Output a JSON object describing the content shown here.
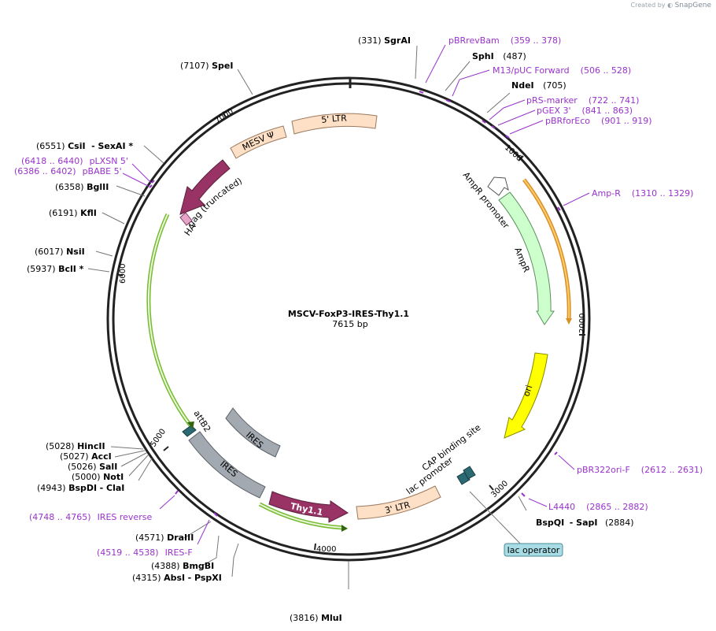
{
  "credit": {
    "prefix": "Created by",
    "brand": "SnapGene"
  },
  "plasmid": {
    "name": "MSCV-FoxP3-IRES-Thy1.1",
    "size": "7615 bp"
  },
  "ticks": [
    "1000",
    "2000",
    "3000",
    "4000",
    "5000",
    "6000",
    "7000"
  ],
  "sites": [
    {
      "pos": "(331)",
      "name": "SgrAI"
    },
    {
      "pos": "(487)",
      "name": "SphI"
    },
    {
      "pos": "(705)",
      "name": "NdeI"
    },
    {
      "pos": "(3816)",
      "name": "MluI"
    },
    {
      "pos": "(4315)",
      "name": "AbsI",
      "extra": "- PspXI"
    },
    {
      "pos": "(4388)",
      "name": "BmgBI"
    },
    {
      "pos": "(4571)",
      "name": "DraIII"
    },
    {
      "pos": "(4943)",
      "name": "BspDI",
      "extra": "- ClaI"
    },
    {
      "pos": "(5000)",
      "name": "NotI"
    },
    {
      "pos": "(5026)",
      "name": "SalI"
    },
    {
      "pos": "(5027)",
      "name": "AccI"
    },
    {
      "pos": "(5028)",
      "name": "HincII"
    },
    {
      "pos": "(5937)",
      "name": "BclI *"
    },
    {
      "pos": "(6017)",
      "name": "NsiI"
    },
    {
      "pos": "(6191)",
      "name": "KflI"
    },
    {
      "pos": "(6358)",
      "name": "BglII"
    },
    {
      "pos": "(6551)",
      "name": "CsiI",
      "extra": "- SexAI *"
    },
    {
      "pos": "(7107)",
      "name": "SpeI"
    },
    {
      "pos": "(2884)",
      "name": "BspQI",
      "extra": "- SapI"
    }
  ],
  "primers": [
    {
      "name": "pBRrevBam",
      "range": "(359 .. 378)"
    },
    {
      "name": "M13/pUC Forward",
      "range": "(506 .. 528)"
    },
    {
      "name": "pRS-marker",
      "range": "(722 .. 741)"
    },
    {
      "name": "pGEX 3'",
      "range": "(841 .. 863)"
    },
    {
      "name": "pBRforEco",
      "range": "(901 .. 919)"
    },
    {
      "name": "Amp-R",
      "range": "(1310 .. 1329)"
    },
    {
      "name": "pBR322ori-F",
      "range": "(2612 .. 2631)"
    },
    {
      "name": "L4440",
      "range": "(2865 .. 2882)"
    },
    {
      "name": "IRES reverse",
      "range": "(4748 .. 4765)"
    },
    {
      "name": "IRES-F",
      "range": "(4519 .. 4538)"
    },
    {
      "name": "pLXSN 5'",
      "range": "(6418 .. 6440)"
    },
    {
      "name": "pBABE 5'",
      "range": "(6386 .. 6402)"
    }
  ],
  "features": {
    "ltr5": "5' LTR",
    "mesv": "MESV Ψ",
    "gag": "gag (truncated)",
    "ha": "HA",
    "amp_promoter": "AmpR promoter",
    "ampr": "AmpR",
    "ori": "ori",
    "cap": "CAP binding site",
    "lac_promoter": "lac promoter",
    "lac_operator": "lac operator",
    "ltr3": "3' LTR",
    "thy": "Thy1.1",
    "ires1": "IRES",
    "ires2": "IRES",
    "attb2": "attB2"
  },
  "colors": {
    "ltr": "#fde0c5",
    "mesv": "#fde0c5",
    "gag": "#993366",
    "ampr": "#ccffcc",
    "ori": "#ffff00",
    "ires": "#a3a9b0",
    "primer": "#9933cc",
    "lac_operator": "#a8dde6"
  }
}
